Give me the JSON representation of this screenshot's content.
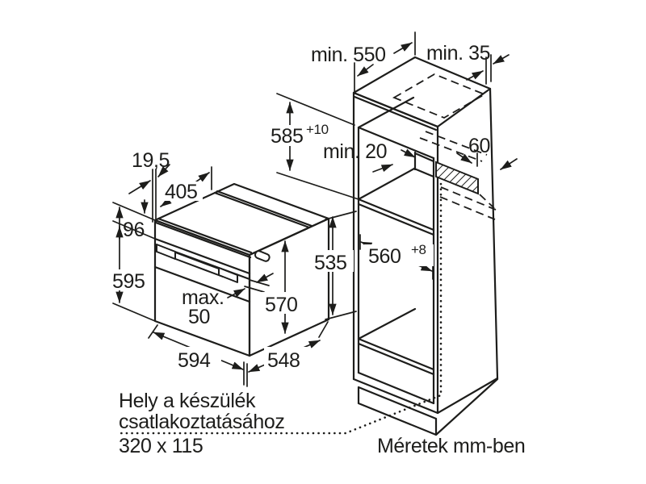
{
  "colors": {
    "line": "#1d1d1b",
    "background": "#ffffff"
  },
  "oven_dims": {
    "frame_depth": "19,5",
    "top_depth": "405",
    "panel_height": "96",
    "total_height": "595",
    "handle_line1": "max.",
    "handle_line2": "50",
    "door_height": "570",
    "body_rear_height": "535",
    "width": "594",
    "body_depth": "548"
  },
  "cabinet_dims": {
    "depth_min": "min. 550",
    "wall_gap_min": "min. 35",
    "niche_height": "585",
    "niche_height_tolerance": "+10",
    "shelf_back_gap_min": "min. 20",
    "vent_cutout_depth": "60",
    "niche_width": "560",
    "niche_width_tolerance": "+8"
  },
  "notes": {
    "connection_line1": "Hely a készülék",
    "connection_line2": "csatlakoztatásához",
    "connection_size": "320 x 115",
    "units": "Méretek mm-ben"
  }
}
